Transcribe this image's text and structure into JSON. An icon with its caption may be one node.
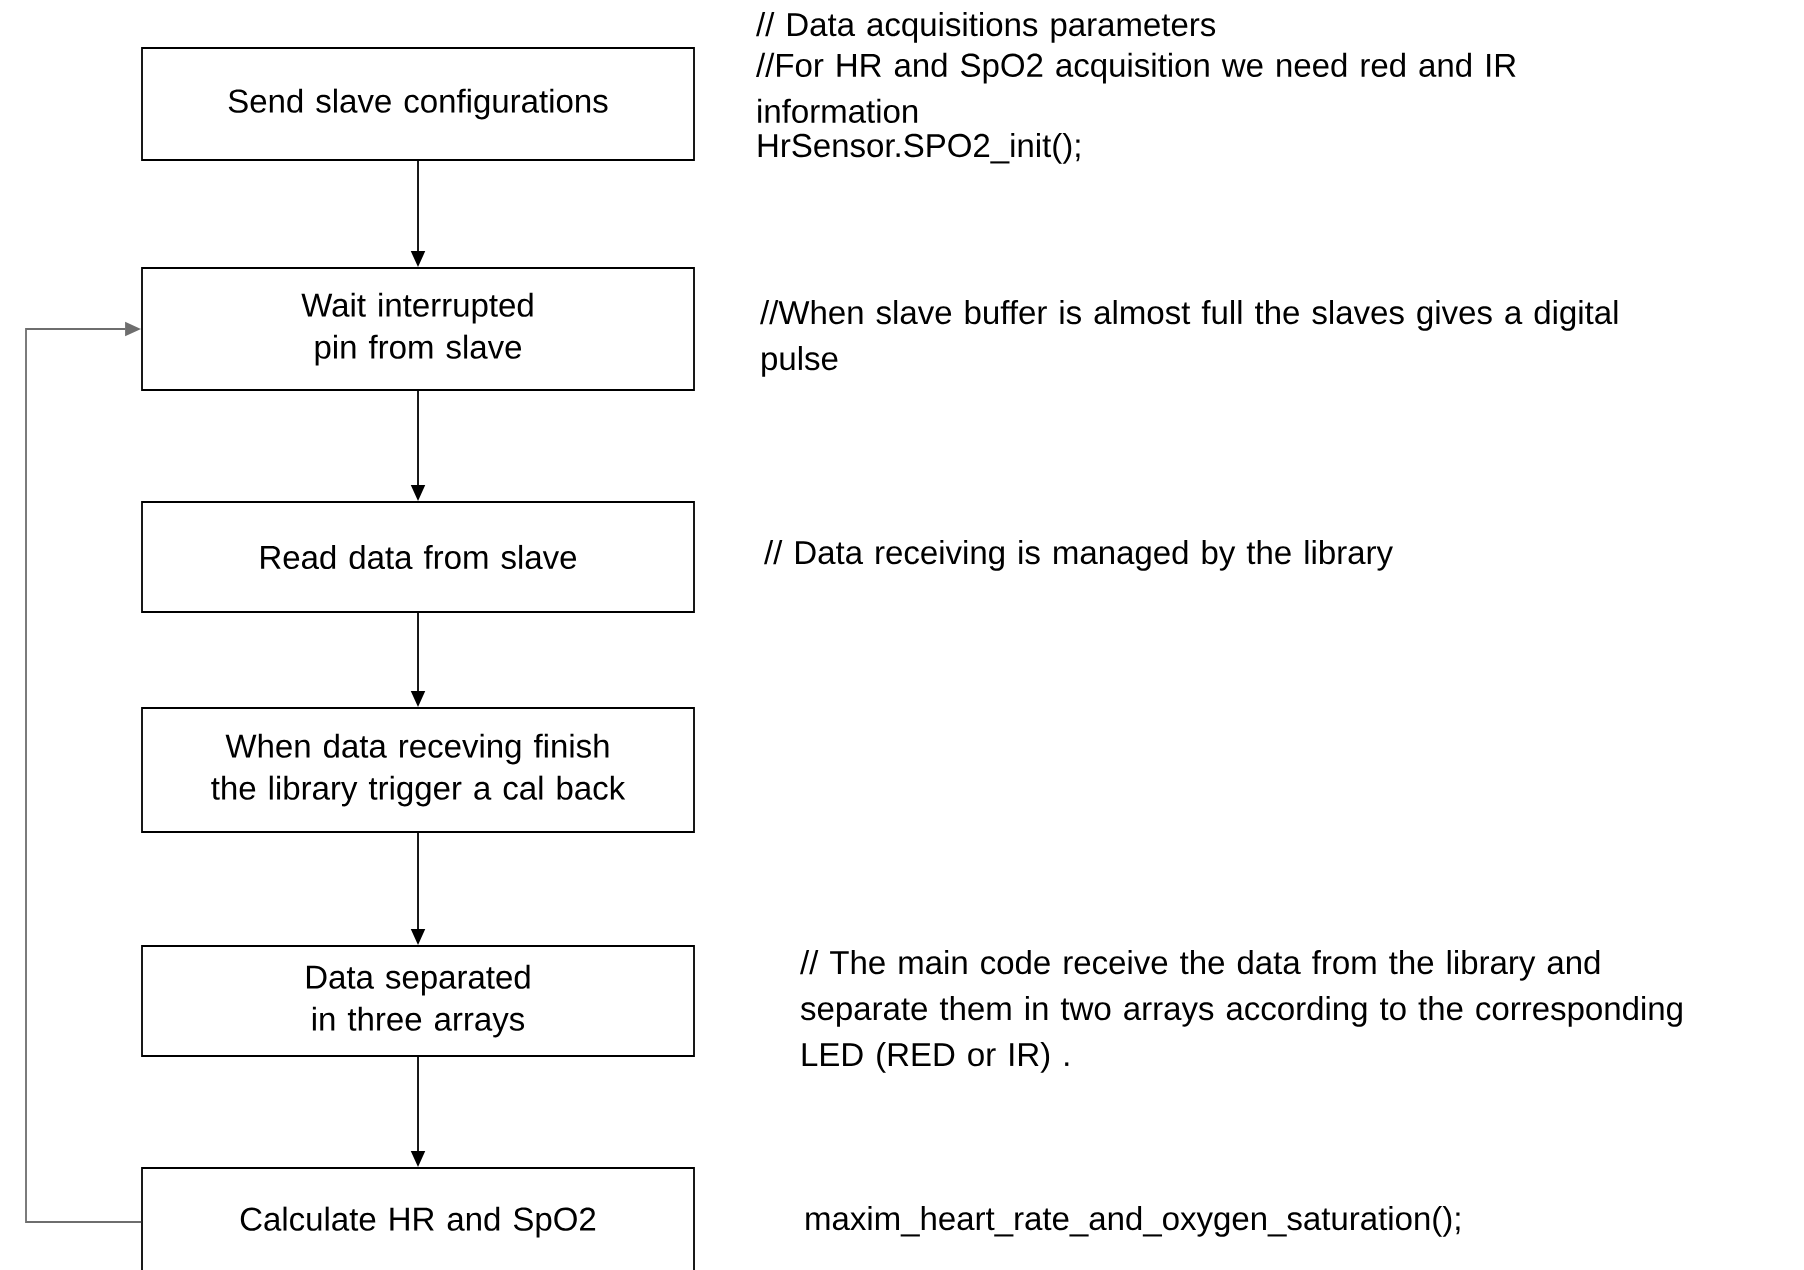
{
  "diagram": {
    "nodes": [
      {
        "text": [
          "Send  slave configurations"
        ],
        "beside": [
          "// Data acquisitions parameters",
          "//For HR and SpO2 acquisition we need red and IR information",
          "HrSensor.SPO2_init();"
        ]
      },
      {
        "text": [
          "Wait interrupted  pin from slave"
        ],
        "beside": [
          "//When slave buffer is almost full the slaves gives a digital pulse"
        ]
      },
      {
        "text": [
          "Read data from slave"
        ],
        "beside": [
          "// Data receiving is managed by the library"
        ]
      },
      {
        "text": [
          "When data receving finish the library trigger a cal back"
        ]
      },
      {
        "text": [
          "Data separated in three arrays"
        ],
        "beside": [
          "// The main code receive the data from the library and separate them in two arrays according to the corresponding LED (RED or IR) ."
        ]
      },
      {
        "text": [
          "Calculate  HR and SpO2"
        ],
        "beside": [
          "maxim_heart_rate_and_oxygen_saturation();"
        ]
      }
    ],
    "edges": [
      {
        "from": 0,
        "to": 1,
        "arrow": "to"
      },
      {
        "from": 1,
        "to": 2,
        "arrow": "to"
      },
      {
        "from": 2,
        "to": 3,
        "arrow": "to"
      },
      {
        "from": 3,
        "to": 4,
        "arrow": "to"
      },
      {
        "from": 4,
        "to": 5,
        "arrow": "to"
      },
      {
        "from": 5,
        "to": 1,
        "arrow": "to",
        "color": "#6e6e6e"
      }
    ]
  }
}
